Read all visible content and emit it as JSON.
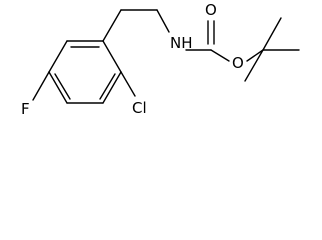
{
  "structure": {
    "atoms": {
      "fluorine": "F",
      "chlorine": "Cl",
      "amine": "NH",
      "carbonyl_oxygen": "O",
      "ester_oxygen": "O"
    }
  }
}
